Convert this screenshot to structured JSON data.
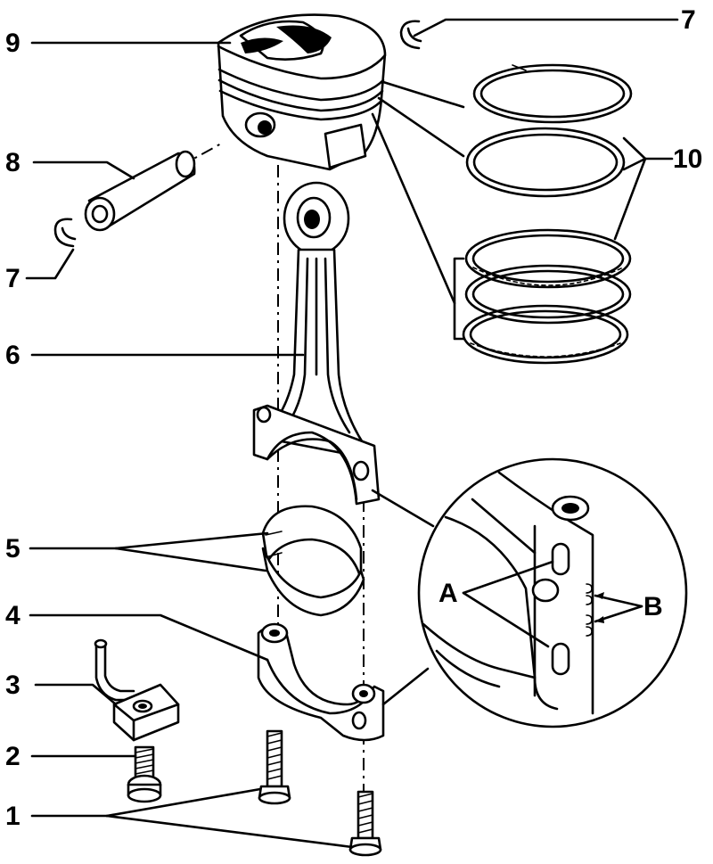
{
  "labels": {
    "l1": "1",
    "l2": "2",
    "l3": "3",
    "l4": "4",
    "l5": "5",
    "l6": "6",
    "l7a": "7",
    "l7b": "7",
    "l8": "8",
    "l9": "9",
    "l10": "10",
    "lA": "A",
    "lB": "B"
  }
}
